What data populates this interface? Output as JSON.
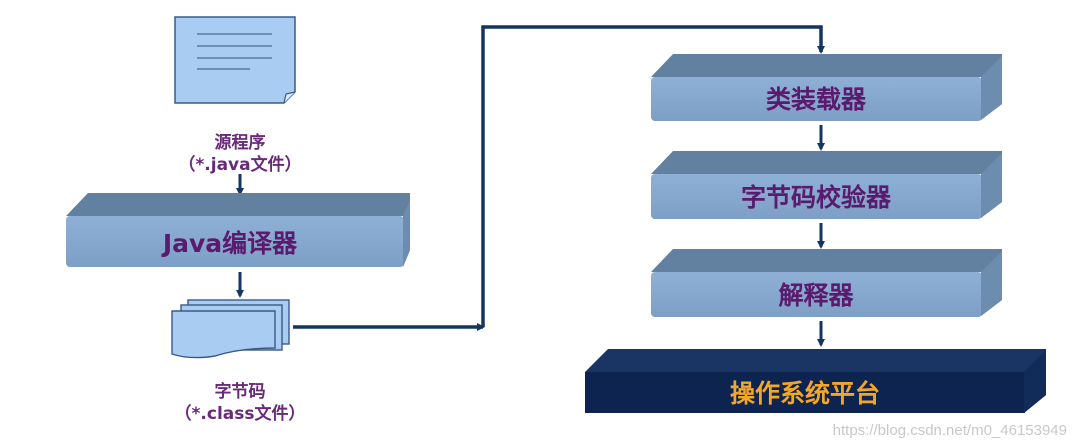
{
  "source": {
    "name": "源程序",
    "ext": "（*.java文件）"
  },
  "compiler": {
    "label": "Java编译器"
  },
  "bytecode": {
    "name": "字节码",
    "ext": "（*.class文件）"
  },
  "jvm_steps": [
    {
      "label": "类装载器"
    },
    {
      "label": "字节码校验器"
    },
    {
      "label": "解释器"
    }
  ],
  "platform": {
    "label": "操作系统平台"
  },
  "watermark": "https://blog.csdn.net/m0_46153949",
  "colors": {
    "box": "#86a7cc",
    "box_top": "#5f7fa3",
    "line": "#14355f",
    "platform": "#0d2350",
    "platform_text": "#f2a62a",
    "text": "#5a1a6e",
    "doc": "#a9cdf2"
  }
}
